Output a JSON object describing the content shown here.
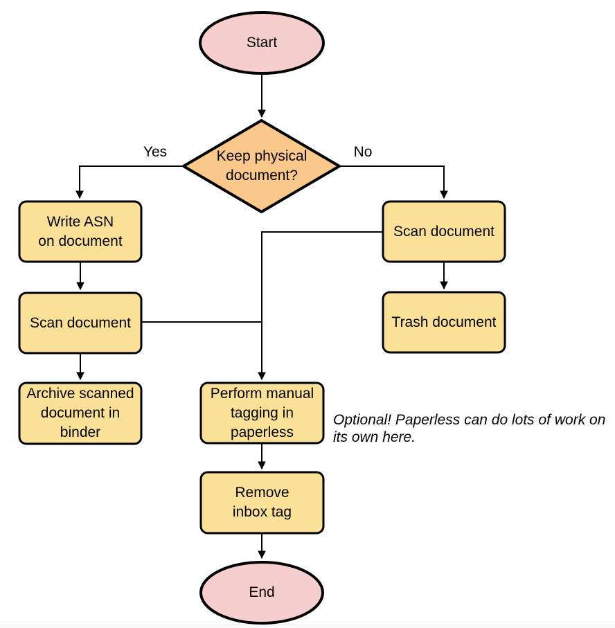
{
  "page": {
    "background": "#ffffff",
    "footer_strip_color": "#fafafa"
  },
  "diagram": {
    "type": "flowchart",
    "colors": {
      "terminal_fill": "#f6cecd",
      "decision_fill": "#fbc88b",
      "process_fill": "#fbe198",
      "line": "#000000"
    },
    "nodes": {
      "start": "Start",
      "decision": "Keep physical\ndocument?",
      "write_asn": "Write ASN\non document",
      "scan_left": "Scan document",
      "archive": "Archive scanned\ndocument in\nbinder",
      "scan_right": "Scan document",
      "trash": "Trash document",
      "tagging": "Perform manual\ntagging in\npaperless",
      "remove_inbox": "Remove\ninbox tag",
      "end": "End"
    },
    "edge_labels": {
      "yes": "Yes",
      "no": "No"
    },
    "note": "Optional! Paperless can do lots of work on\nits own here."
  }
}
